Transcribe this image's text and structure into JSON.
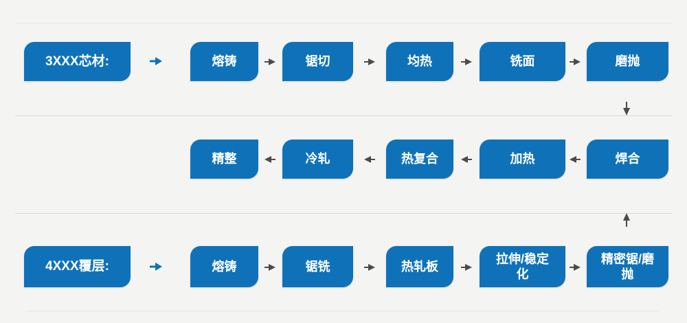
{
  "colors": {
    "box_blue": "#0f72b9",
    "arrow_gray": "#4b4b4b",
    "background": "#f4f4f3",
    "text_white": "#ffffff"
  },
  "flow": {
    "row1": {
      "label": "3XXX芯材:",
      "steps": [
        "熔铸",
        "锯切",
        "均热",
        "铣面",
        "磨抛"
      ]
    },
    "row2": {
      "steps": [
        "精整",
        "冷轧",
        "热复合",
        "加热",
        "焊合"
      ]
    },
    "row3": {
      "label": "4XXX覆层:",
      "steps": [
        "熔铸",
        "锯铣",
        "热轧板",
        "拉伸/稳定\n化",
        "精密锯/磨\n抛"
      ]
    }
  }
}
